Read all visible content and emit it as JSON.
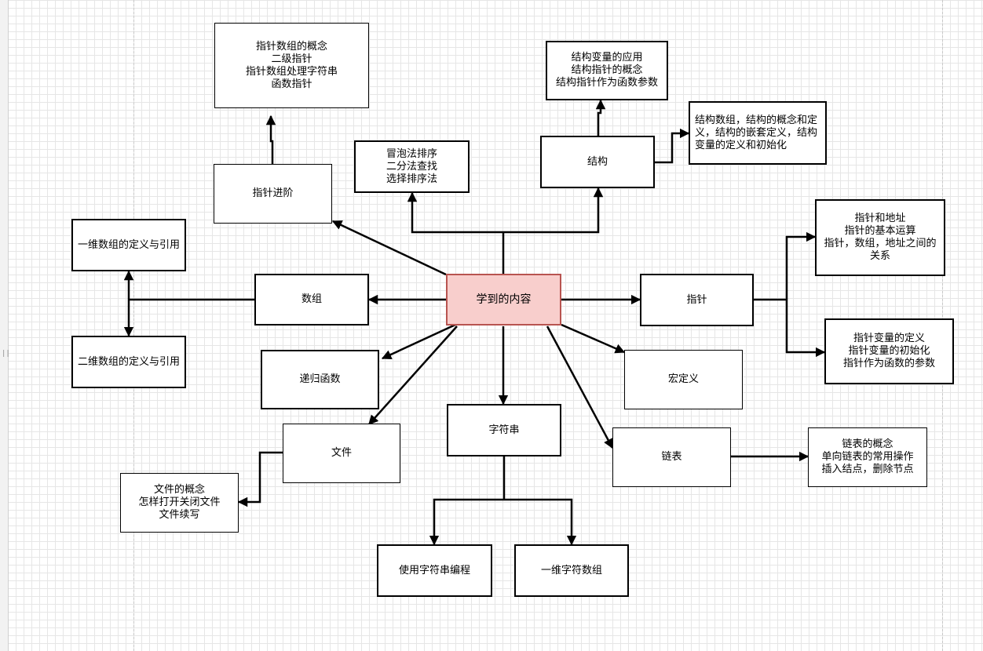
{
  "diagram": {
    "nodes": {
      "center": "学到的内容",
      "array": "数组",
      "array_1d": "一维数组的定义与引用",
      "array_2d": "二维数组的定义与引用",
      "pointer_adv": "指针进阶",
      "pointer_adv_detail": "指针数组的概念\n二级指针\n指针数组处理字符串\n函数指针",
      "sort": "冒泡法排序\n二分法查找\n选择排序法",
      "struct": "结构",
      "struct_detail_top": "结构变量的应用\n结构指针的概念\n结构指针作为函数参数",
      "struct_detail_right": "结构数组，结构的概念和定义，结构的嵌套定义，结构变量的定义和初始化",
      "pointer": "指针",
      "pointer_detail_top": "指针和地址\n指针的基本运算\n指针，数组，地址之间的关系",
      "pointer_detail_bottom": "指针变量的定义\n指针变量的初始化\n指针作为函数的参数",
      "macro": "宏定义",
      "recursion": "递归函数",
      "file": "文件",
      "file_detail": "文件的概念\n怎样打开关闭文件\n文件续写",
      "string": "字符串",
      "string_prog": "使用字符串编程",
      "string_1d": "一维字符数组",
      "linked_list": "链表",
      "linked_list_detail": "链表的概念\n单向链表的常用操作\n插入结点，删除节点"
    }
  }
}
